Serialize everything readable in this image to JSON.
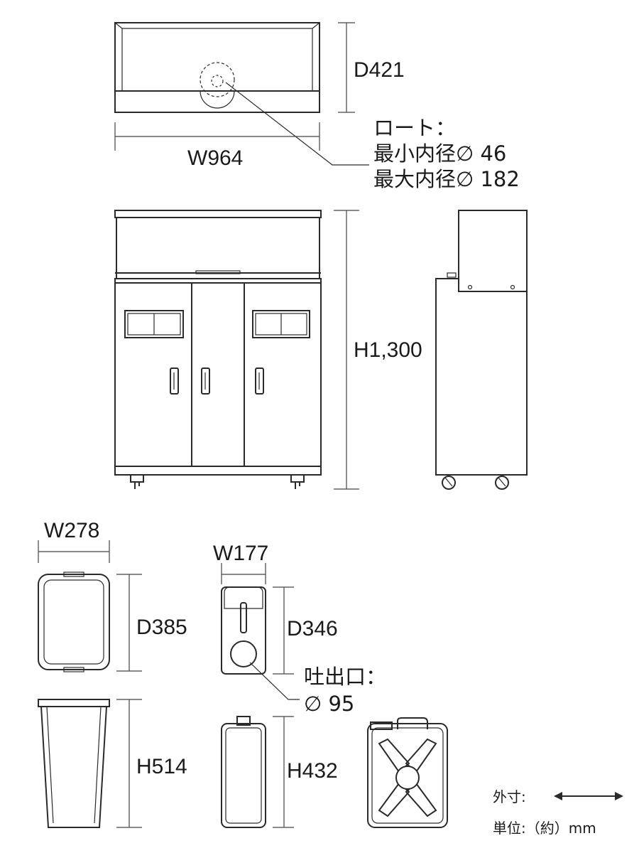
{
  "dimensions": {
    "top_depth": "D421",
    "top_width": "W964",
    "height_main": "H1,300",
    "bin_width": "W278",
    "bin_depth": "D385",
    "bin_height": "H514",
    "tank_width": "W177",
    "tank_depth": "D346",
    "tank_height": "H432"
  },
  "funnel": {
    "title": "ロート：",
    "min_diameter": "最小内径∅ 46",
    "max_diameter": "最大内径∅ 182"
  },
  "spout": {
    "title": "吐出口：",
    "diameter": "∅ 95"
  },
  "legend": {
    "outer_label": "外寸:",
    "unit_label": "単位:（約）mm"
  }
}
